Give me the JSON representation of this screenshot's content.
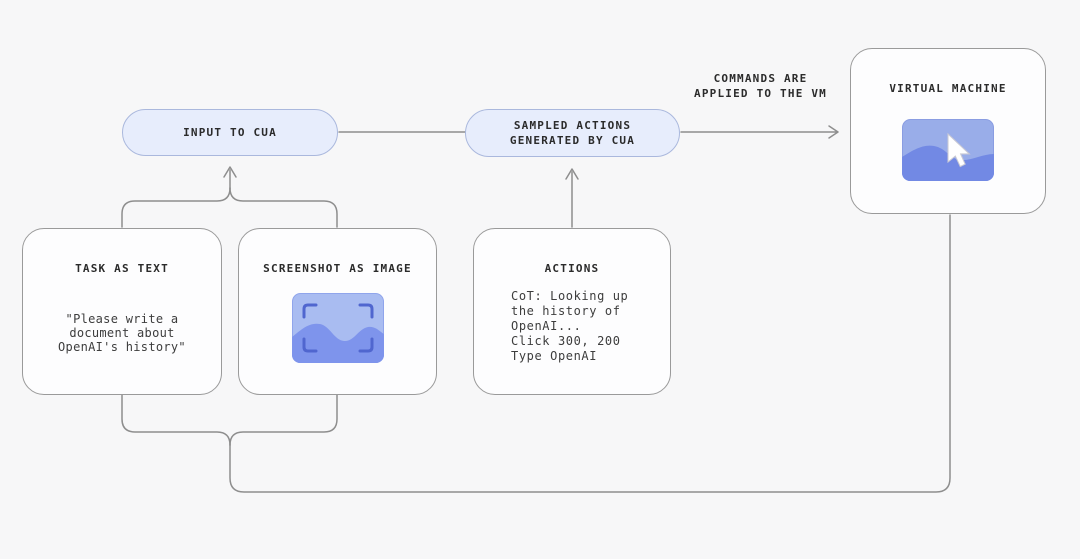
{
  "colors": {
    "background": "#f7f7f8",
    "wire": "#8e8e8e",
    "box_border": "#9a9a9a",
    "box_fill": "#fdfdfe",
    "pill_fill": "#e7edfc",
    "pill_border": "#aab8dd",
    "title_text": "#2b2b2b",
    "body_text": "#3d3d3d",
    "icon_base_blue": "#a9bcf1",
    "icon_wave_blue": "#7e94ec",
    "icon_bracket_blue": "#5066cf",
    "vm_icon_base": "#99ade9",
    "vm_icon_wave": "#7289e4",
    "cursor_fill": "#ffffff"
  },
  "nodes": {
    "input_pill": {
      "label": "INPUT TO CUA"
    },
    "sampled_pill": {
      "label": "SAMPLED ACTIONS\nGENERATED BY CUA"
    },
    "vm_box": {
      "title": "VIRTUAL MACHINE"
    },
    "task_box": {
      "title": "TASK AS TEXT",
      "body": "\"Please write a\ndocument about\nOpenAI's history\""
    },
    "screenshot_box": {
      "title": "SCREENSHOT AS IMAGE"
    },
    "actions_box": {
      "title": "ACTIONS",
      "body": "CoT: Looking up\nthe history of\nOpenAI...\nClick 300, 200\nType OpenAI"
    }
  },
  "edges": {
    "commands_label": "COMMANDS ARE\nAPPLIED TO THE VM"
  },
  "icons": {
    "screenshot_image_icon": "framed landscape image with wave",
    "vm_screen_icon": "screen image with wave",
    "cursor_icon": "mouse pointer arrow"
  }
}
